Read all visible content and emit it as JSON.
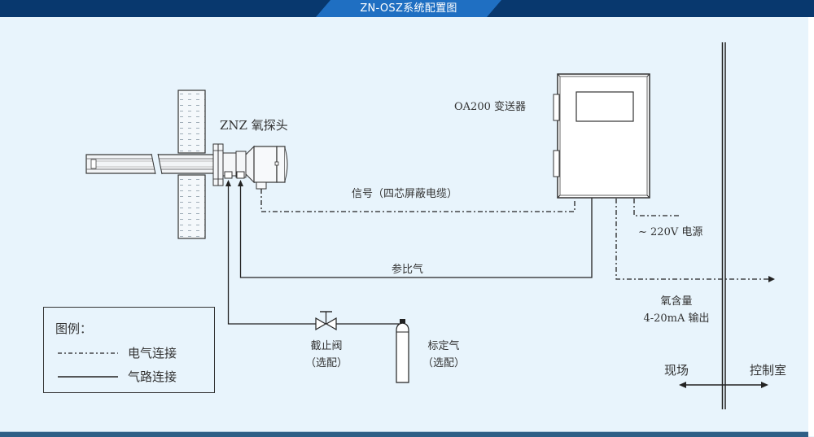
{
  "header": {
    "title": "ZN-OSZ系统配置图",
    "bar_color": "#08386e",
    "tab_color": "#1f6fc2"
  },
  "background_color": "#e8f4fc",
  "components": {
    "probe_label": "ZNZ  氧探头",
    "transmitter_label": "OA200 变送器",
    "signal_cable_label": "信号（四芯屏蔽电缆）",
    "reference_air_label": "参比气",
    "power_label": "~ 220V 电源",
    "output_label_line1": "氧含量",
    "output_label_line2": "4-20mA 输出",
    "valve_label_line1": "截止阀",
    "valve_label_line2": "（选配）",
    "cal_gas_label_line1": "标定气",
    "cal_gas_label_line2": "（选配）",
    "field_label": "现场",
    "control_room_label": "控制室"
  },
  "legend": {
    "title": "图例：",
    "items": [
      {
        "line_style": "dash-dot",
        "label": "电气连接"
      },
      {
        "line_style": "solid",
        "label": "气路连接"
      }
    ]
  }
}
